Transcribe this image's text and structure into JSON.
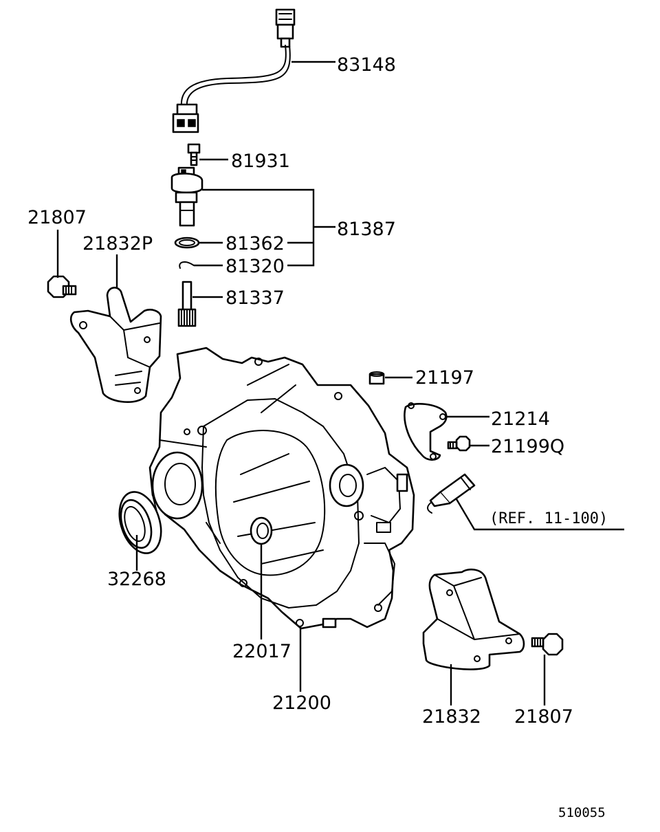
{
  "parts": [
    {
      "id": "p83148",
      "label": "83148"
    },
    {
      "id": "p81931",
      "label": "81931"
    },
    {
      "id": "p81387",
      "label": "81387"
    },
    {
      "id": "p81362",
      "label": "81362"
    },
    {
      "id": "p81320",
      "label": "81320"
    },
    {
      "id": "p81337",
      "label": "81337"
    },
    {
      "id": "p21807a",
      "label": "21807"
    },
    {
      "id": "p21832p",
      "label": "21832P"
    },
    {
      "id": "p21197",
      "label": "21197"
    },
    {
      "id": "p21214",
      "label": "21214"
    },
    {
      "id": "p21199q",
      "label": "21199Q"
    },
    {
      "id": "ref",
      "label": "(REF. 11-100)"
    },
    {
      "id": "p32268",
      "label": "32268"
    },
    {
      "id": "p22017",
      "label": "22017"
    },
    {
      "id": "p21200",
      "label": "21200"
    },
    {
      "id": "p21832",
      "label": "21832"
    },
    {
      "id": "p21807b",
      "label": "21807"
    }
  ],
  "diagram_code": "510055",
  "colors": {
    "ink": "#000000",
    "paper": "#ffffff"
  }
}
